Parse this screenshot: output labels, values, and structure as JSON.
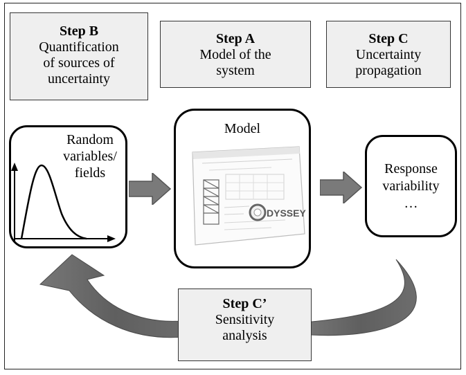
{
  "steps": {
    "b": {
      "title": "Step B",
      "line1": "Quantification",
      "line2": "of sources of",
      "line3": "uncertainty"
    },
    "a": {
      "title": "Step A",
      "line1": "Model of the",
      "line2": "system"
    },
    "c": {
      "title": "Step C",
      "line1": "Uncertainty",
      "line2": "propagation"
    },
    "c_prime": {
      "title": "Step C’",
      "line1": "Sensitivity",
      "line2": "analysis"
    }
  },
  "boxes": {
    "input": {
      "line1": "Random",
      "line2": "variables/",
      "line3": "fields"
    },
    "model": {
      "label": "Model",
      "logo_text": "DYSSEY"
    },
    "output": {
      "line1": "Response",
      "line2": "variability",
      "line3": "…"
    }
  },
  "colors": {
    "arrow_fill": "#7a7a7a",
    "arrow_dark": "#555555",
    "step_bg": "#efefef"
  }
}
